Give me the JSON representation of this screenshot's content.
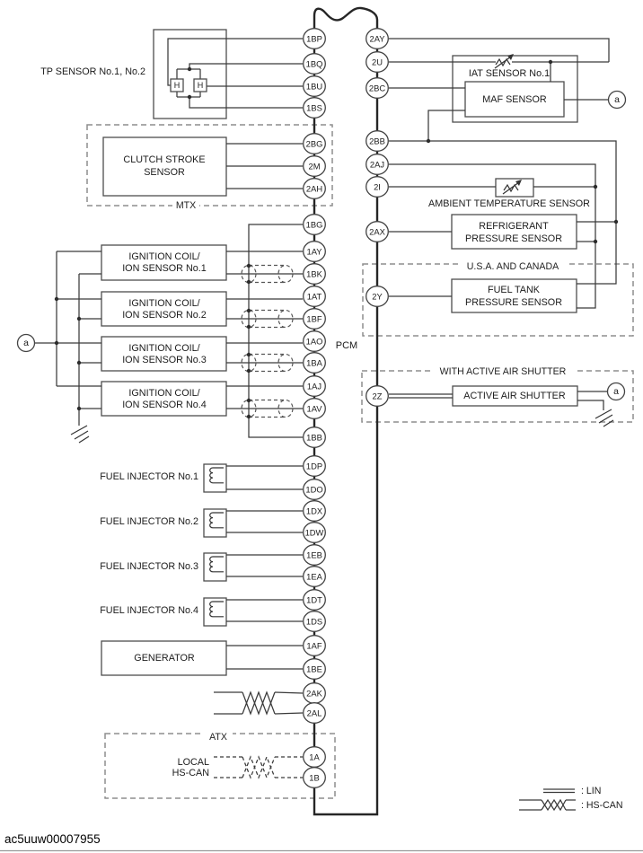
{
  "pins": {
    "left": [
      "1BP",
      "1BQ",
      "1BU",
      "1BS",
      "2BG",
      "2M",
      "2AH",
      "1BG",
      "1AY",
      "1BK",
      "1AT",
      "1BF",
      "1AO",
      "1BA",
      "1AJ",
      "1AV",
      "1BB",
      "1DP",
      "1DO",
      "1DX",
      "1DW",
      "1EB",
      "1EA",
      "1DT",
      "1DS",
      "1AF",
      "1BE",
      "2AK",
      "2AL",
      "1A",
      "1B"
    ],
    "right": [
      "2AY",
      "2U",
      "2BC",
      "2BB",
      "2AJ",
      "2I",
      "2AX",
      "2Y",
      "2Z"
    ]
  },
  "pcm": {
    "label": "PCM"
  },
  "left_components": {
    "tp_sensor": {
      "label": "TP SENSOR No.1, No.2",
      "hall_left": "H",
      "hall_right": "H"
    },
    "mtx_group": {
      "label": "MTX"
    },
    "clutch_stroke_sensor": {
      "lines": [
        "CLUTCH STROKE",
        "SENSOR"
      ]
    },
    "ignition_coils": [
      {
        "lines": [
          "IGNITION COIL/",
          "ION SENSOR No.1"
        ]
      },
      {
        "lines": [
          "IGNITION COIL/",
          "ION SENSOR No.2"
        ]
      },
      {
        "lines": [
          "IGNITION COIL/",
          "ION SENSOR No.3"
        ]
      },
      {
        "lines": [
          "IGNITION COIL/",
          "ION SENSOR No.4"
        ]
      }
    ],
    "fuel_injectors": [
      {
        "label": "FUEL INJECTOR No.1"
      },
      {
        "label": "FUEL INJECTOR No.2"
      },
      {
        "label": "FUEL INJECTOR No.3"
      },
      {
        "label": "FUEL INJECTOR No.4"
      }
    ],
    "generator": {
      "label": "GENERATOR"
    },
    "atx_group": {
      "label": "ATX",
      "local_hs_can": {
        "lines": [
          "LOCAL",
          "HS-CAN"
        ]
      }
    }
  },
  "right_components": {
    "iat_sensor": {
      "label": "IAT SENSOR No.1"
    },
    "maf_sensor": {
      "label": "MAF SENSOR"
    },
    "ambient_temp_sensor": {
      "label": "AMBIENT TEMPERATURE SENSOR"
    },
    "refrigerant_pressure_sensor": {
      "lines": [
        "REFRIGERANT",
        "PRESSURE SENSOR"
      ]
    },
    "usa_canada_group": {
      "label": "U.S.A. AND CANADA"
    },
    "fuel_tank_pressure_sensor": {
      "lines": [
        "FUEL TANK",
        "PRESSURE SENSOR"
      ]
    },
    "active_air_shutter_group": {
      "label": "WITH ACTIVE AIR SHUTTER"
    },
    "active_air_shutter": {
      "label": "ACTIVE AIR SHUTTER"
    }
  },
  "connector_a": {
    "label": "a"
  },
  "legend": {
    "lin": ": LIN",
    "hs_can": ": HS-CAN"
  },
  "footer": {
    "doc_id": "ac5uuw00007955"
  }
}
